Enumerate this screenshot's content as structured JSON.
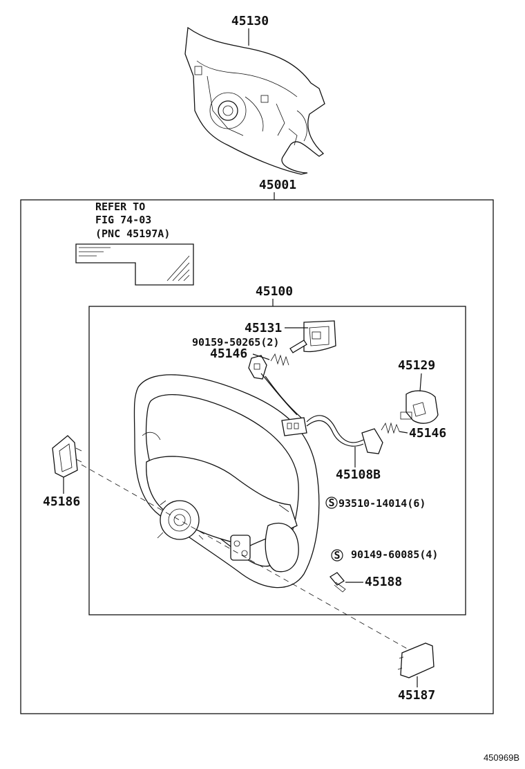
{
  "figure_id": "450969B",
  "reference_note": {
    "line1": "REFER TO",
    "line2": "FIG 74-03",
    "line3": "(PNC 45197A)"
  },
  "callouts": {
    "airbag_assembly": "45130",
    "outer_assembly": "45001",
    "steering_wheel_assembly": "45100",
    "pad_45131": "45131",
    "screw_90159": "90159-50265(2)",
    "spring_45146_upper": "45146",
    "pad_45129": "45129",
    "spring_45146_right": "45146",
    "wire_harness": "45108B",
    "cover_left": "45186",
    "screw_93510": "93510-14014(6)",
    "screw_90149": "90149-60085(4)",
    "bolt_45188": "45188",
    "cover_right": "45187"
  },
  "standard_part_symbol": "S"
}
